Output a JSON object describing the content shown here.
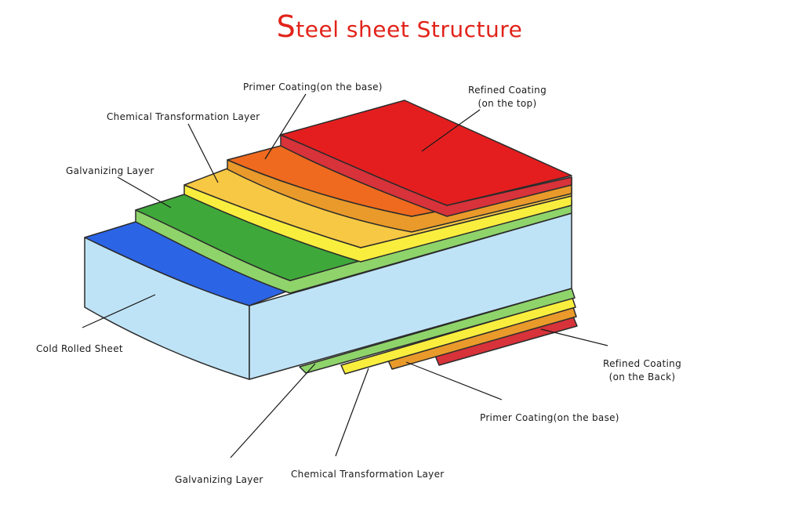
{
  "title": {
    "first_letter": "S",
    "rest": "teel sheet Structure"
  },
  "colors": {
    "title": "#e2231a",
    "refined_coating": "#e41e1f",
    "primer_coating": "#ef6a1e",
    "chemical_layer": "#f7c843",
    "galvanizing_layer": "#3fa83a",
    "cold_rolled_top": "#2c64e6",
    "cold_rolled_body": "#bfe3f6",
    "thin_yellow": "#f9ee3e",
    "thin_green": "#8fd46a",
    "thin_orange": "#e99a2a",
    "back_red": "#d8323a"
  },
  "labels": {
    "primer_top": "Primer Coating(on the base)",
    "refined_top_line1": "Refined Coating",
    "refined_top_line2": "(on the top)",
    "chemical_top": "Chemical Transformation Layer",
    "galvanizing_top": "Galvanizing Layer",
    "cold_rolled": "Cold Rolled Sheet",
    "refined_back_line1": "Refined Coating",
    "refined_back_line2": "(on the Back)",
    "primer_back": "Primer Coating(on the base)",
    "galvanizing_back": "Galvanizing Layer",
    "chemical_back": "Chemical Transformation Layer"
  }
}
